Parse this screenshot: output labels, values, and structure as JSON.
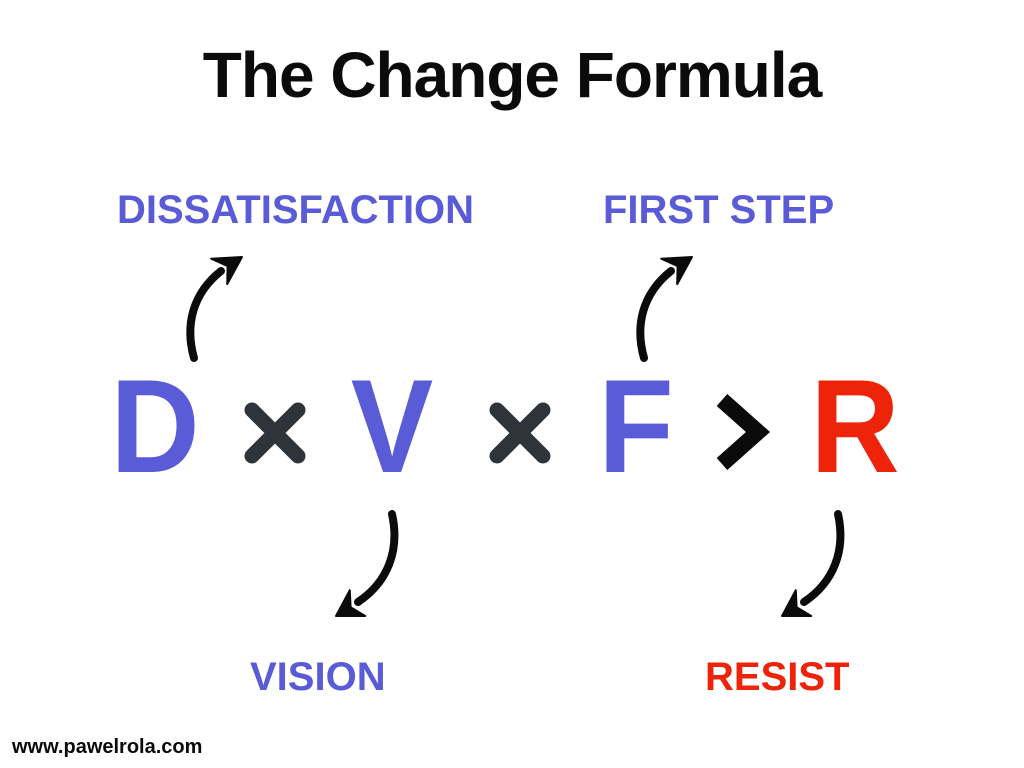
{
  "title": "The Change Formula",
  "watermark": "www.pawelrola.com",
  "colors": {
    "background": "#ffffff",
    "accent_purple": "#5a5bd6",
    "accent_red": "#ed2409",
    "operator_dark": "#2e343a",
    "ink_black": "#0b0b0b"
  },
  "formula": {
    "d": "D",
    "times1": "×",
    "v": "V",
    "times2": "×",
    "f": "F",
    "greater_than": ">",
    "r": "R"
  },
  "labels": {
    "dissatisfaction": "DISSATISFACTION",
    "first_step": "FIRST STEP",
    "vision": "VISION",
    "resist": "RESIST"
  }
}
